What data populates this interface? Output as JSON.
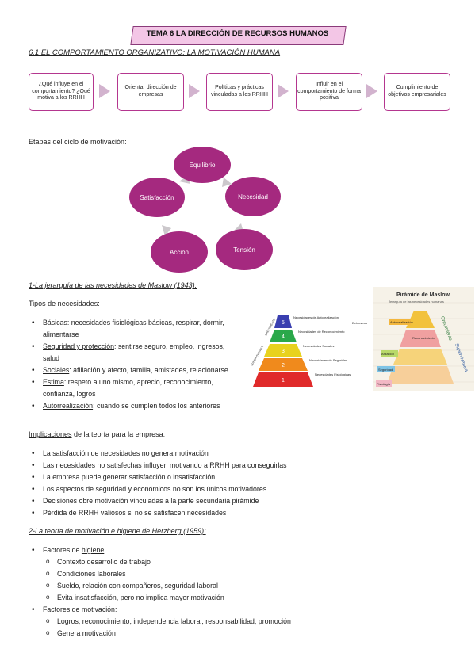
{
  "header": {
    "title": "TEMA 6 LA DIRECCIÓN DE RECURSOS HUMANOS",
    "subtitle": "6.1 EL COMPORTAMIENTO ORGANIZATIVO: LA MOTIVACIÓN HUMANA"
  },
  "flow": [
    "¿Qué influye en el comportamiento? ¿Qué motiva a los RRHH",
    "Orientar dirección de empresas",
    "Políticas y prácticas vinculadas a los RRHH",
    "Influir en el comportamiento de forma positiva",
    "Cumplimiento de objetivos empresariales"
  ],
  "cycle": {
    "label": "Etapas del ciclo de motivación:",
    "stages": [
      "Equilibrio",
      "Necesidad",
      "Tensión",
      "Acción",
      "Satisfacción"
    ]
  },
  "maslow": {
    "heading": "1-La jerarquía de las necesidades de Maslow (1943):",
    "types_label": "Tipos de necesidades:",
    "items": [
      {
        "term": "Básicas",
        "desc": ": necesidades fisiológicas básicas, respirar, dormir, alimentarse"
      },
      {
        "term": "Seguridad y protección",
        "desc": ": sentirse seguro, empleo, ingresos, salud"
      },
      {
        "term": "Sociales",
        "desc": ": afiliación y afecto, familia, amistades, relacionarse"
      },
      {
        "term": "Estima",
        "desc": ": respeto a uno mismo, aprecio, reconocimiento, confianza, logros"
      },
      {
        "term": "Autorrealización",
        "desc": ": cuando se cumplen todos los anteriores"
      }
    ],
    "pyramid_levels": [
      {
        "num": "5",
        "label": "Necesidades de Autorealización",
        "color": "#3a3fb0"
      },
      {
        "num": "4",
        "label": "Necesidades de Reconocimiento",
        "color": "#2aa84a"
      },
      {
        "num": "3",
        "label": "Necesidades Sociales",
        "color": "#e8d21e"
      },
      {
        "num": "2",
        "label": "Necesidades de Seguridad",
        "color": "#f08a1c"
      },
      {
        "num": "1",
        "label": "Necesidades Fisiologicas",
        "color": "#e02a2a"
      }
    ],
    "pyramid_side_labels": [
      "SUPERVIVENCIA",
      "CRECIMIENTO"
    ],
    "pyramid_extra": "Extrinseca",
    "poster_title": "Pirámide de Maslow",
    "poster_subtitle": "Jerarquía de las necesidades humanas",
    "poster_levels": [
      "Autorrealización",
      "Reconocimiento",
      "Afiliación",
      "Seguridad",
      "Fisiología"
    ],
    "poster_side": [
      "Crecimiento",
      "Supervivencia"
    ]
  },
  "implications": {
    "heading_term": "Implicaciones",
    "heading_rest": " de la teoría para la empresa:",
    "items": [
      "La satisfacción de necesidades no genera motivación",
      "Las necesidades no satisfechas influyen motivando a RRHH para conseguirlas",
      "La empresa puede generar satisfacción o insatisfacción",
      "Los aspectos de seguridad y económicos no son los únicos motivadores",
      "Decisiones obre motivación vinculadas a la parte secundaria pirámide",
      "Pérdida de RRHH valiosos si no se satisfacen necesidades"
    ]
  },
  "herzberg": {
    "heading": "2-La teoría de motivación e higiene de Herzberg (1959):",
    "hygiene_prefix": "Factores de ",
    "hygiene_term": "higiene",
    "hygiene_items": [
      "Contexto desarrollo de trabajo",
      "Condiciones laborales",
      "Sueldo, relación con compañeros, seguridad laboral",
      "Evita insatisfacción, pero no implica mayor motivación"
    ],
    "motivation_prefix": "Factores de ",
    "motivation_term": "motivación",
    "motivation_items": [
      "Logros, reconocimiento, independencia laboral, responsabilidad, promoción",
      "Genera motivación"
    ]
  }
}
